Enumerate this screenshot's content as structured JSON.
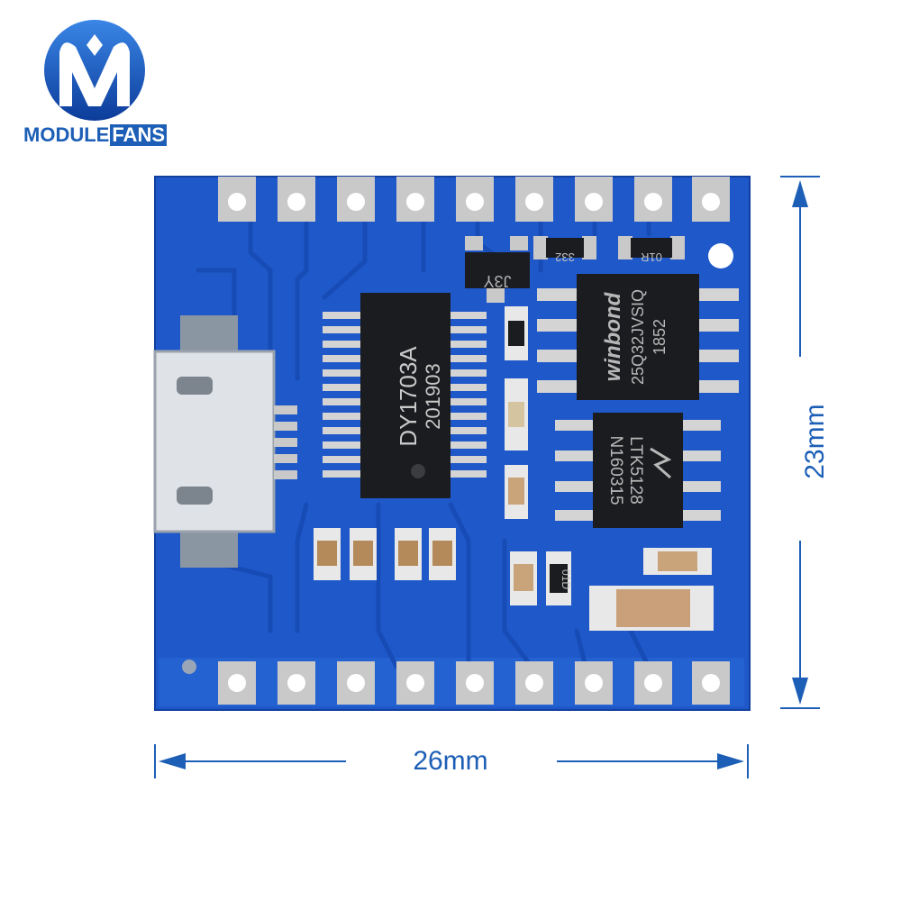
{
  "logo": {
    "word_a": "MODULE",
    "word_b": "FANS"
  },
  "chips": {
    "main_line1": "DY1703A",
    "main_line2": "201903",
    "flash_brand": "winbond",
    "flash_line1": "25Q32JVSIQ",
    "flash_line2": "1852",
    "amp_line1": "LTK5128",
    "amp_line2": "N160315",
    "transistor": "J3Y",
    "res1": "332",
    "res2": "01R",
    "diode": "01D"
  },
  "dimensions": {
    "width": "26mm",
    "height": "23mm"
  },
  "colors": {
    "pcb": "#1f58c9",
    "trace": "#174bb5",
    "accent": "#1d5fb6"
  }
}
